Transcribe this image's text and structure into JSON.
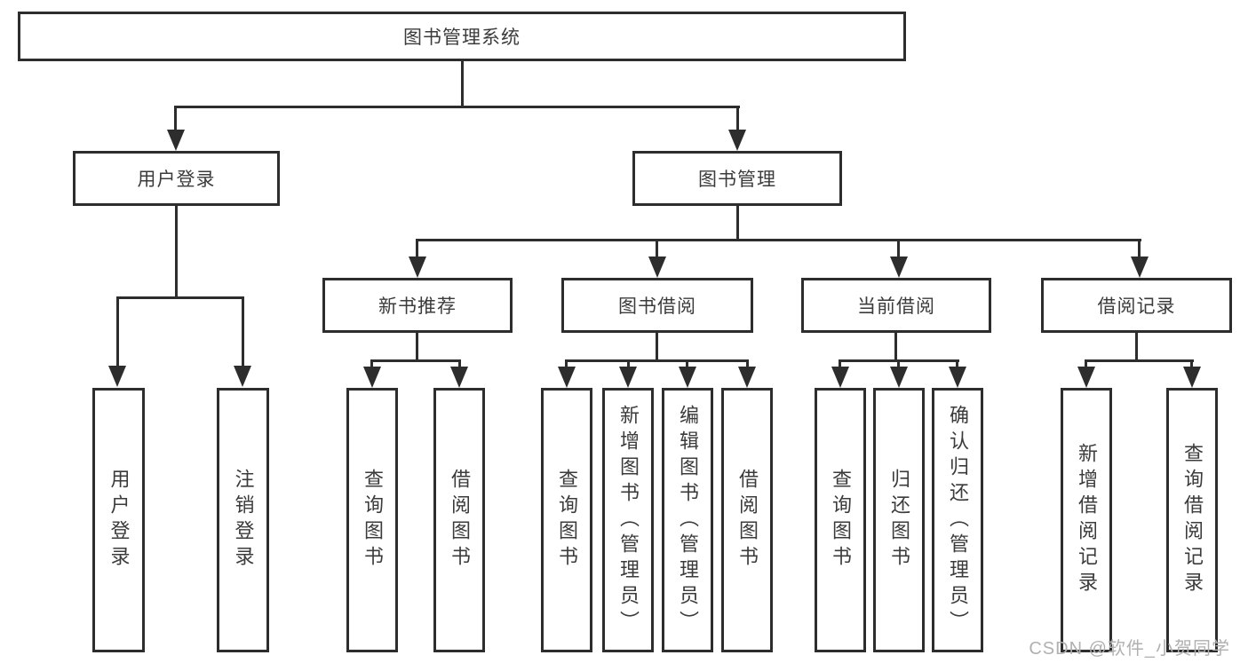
{
  "tree": {
    "label": "图书管理系统",
    "children": [
      {
        "label": "用户登录",
        "children": [
          {
            "label": "用户登录"
          },
          {
            "label": "注销登录"
          }
        ]
      },
      {
        "label": "图书管理",
        "children": [
          {
            "label": "新书推荐",
            "children": [
              {
                "label": "查询图书"
              },
              {
                "label": "借阅图书"
              }
            ]
          },
          {
            "label": "图书借阅",
            "children": [
              {
                "label": "查询图书"
              },
              {
                "label": "新增图书（管理员）"
              },
              {
                "label": "编辑图书（管理员）"
              },
              {
                "label": "借阅图书"
              }
            ]
          },
          {
            "label": "当前借阅",
            "children": [
              {
                "label": "查询图书"
              },
              {
                "label": "归还图书"
              },
              {
                "label": "确认归还（管理员）"
              }
            ]
          },
          {
            "label": "借阅记录",
            "children": [
              {
                "label": "新增借阅记录"
              },
              {
                "label": "查询借阅记录"
              }
            ]
          }
        ]
      }
    ]
  },
  "watermark": {
    "text": "CSDN @软件_小贺同学"
  },
  "colors": {
    "line": "#2d2d2d",
    "text": "#3b3b3b",
    "watermark": "#b0b0b0",
    "background": "#ffffff"
  }
}
